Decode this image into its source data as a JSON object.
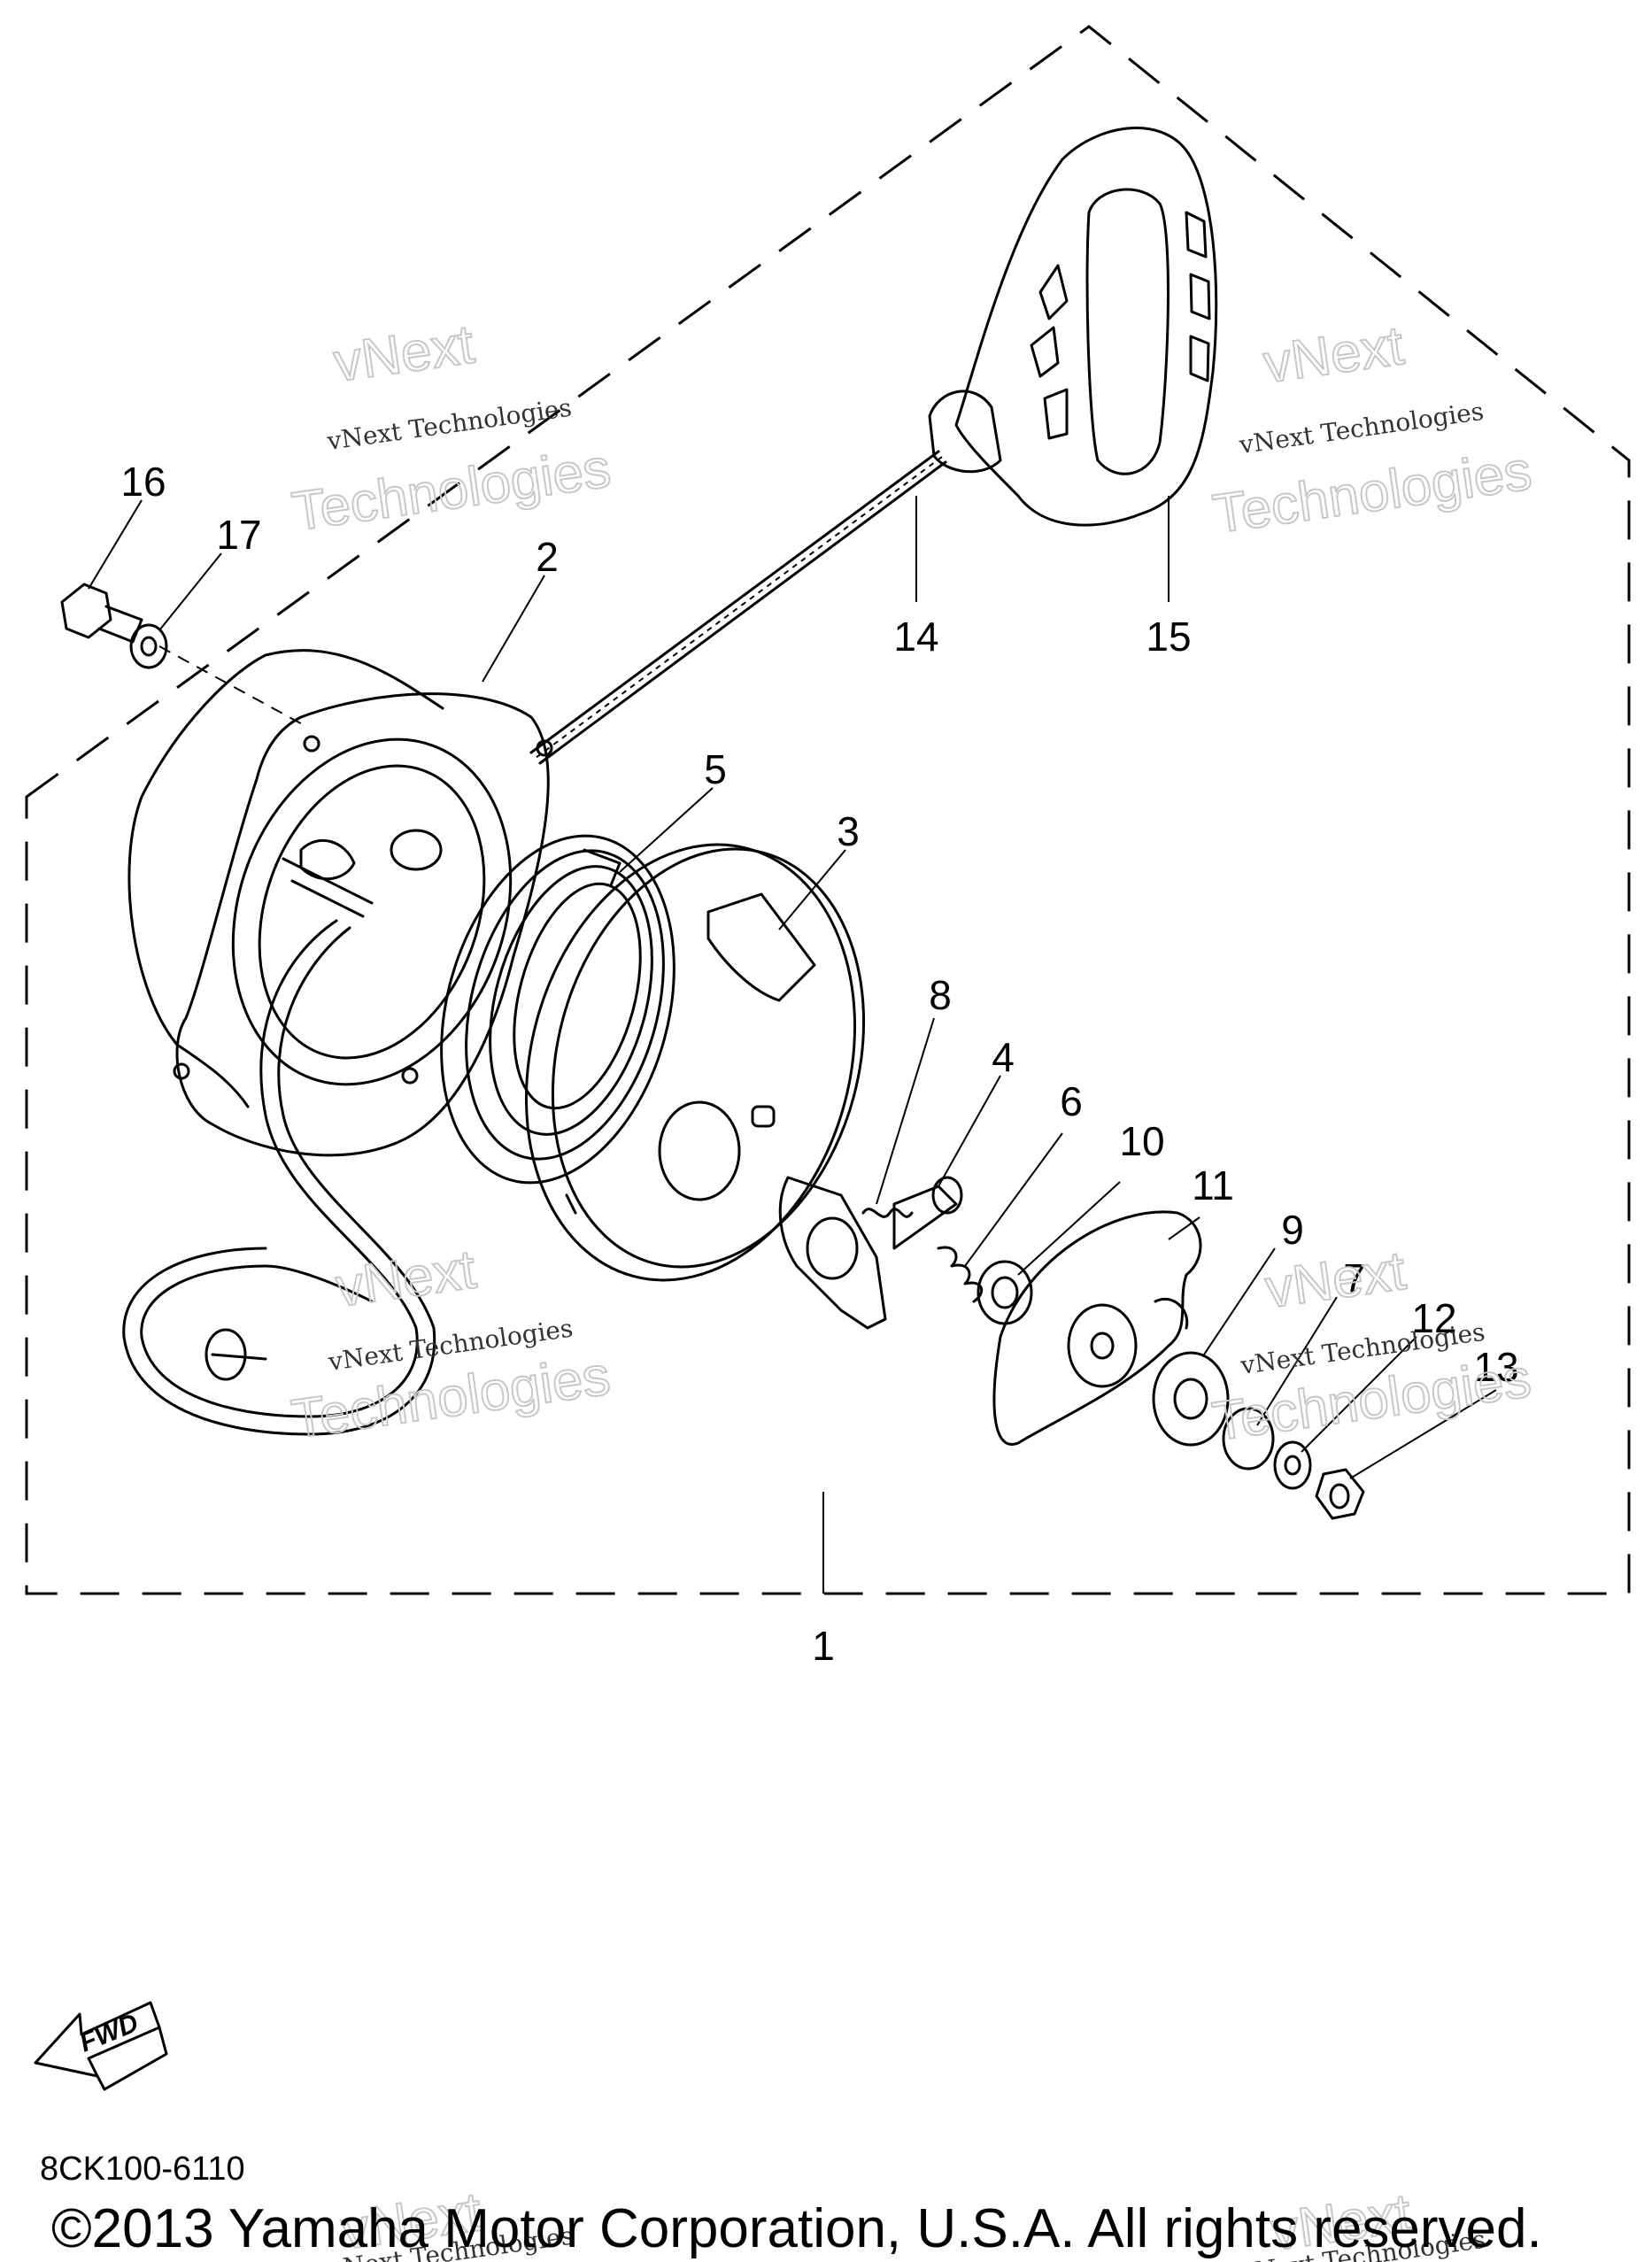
{
  "callouts": [
    "1",
    "2",
    "3",
    "4",
    "5",
    "6",
    "7",
    "8",
    "9",
    "10",
    "11",
    "12",
    "13",
    "14",
    "15",
    "16",
    "17"
  ],
  "watermark": {
    "line": "vNext Technologies",
    "big_top": "vNext",
    "big_bottom": "Technologies"
  },
  "fwd_label": "FWD",
  "diagram_code": "8CK100-6110",
  "copyright": "©2013 Yamaha Motor Corporation, U.S.A. All rights reserved."
}
